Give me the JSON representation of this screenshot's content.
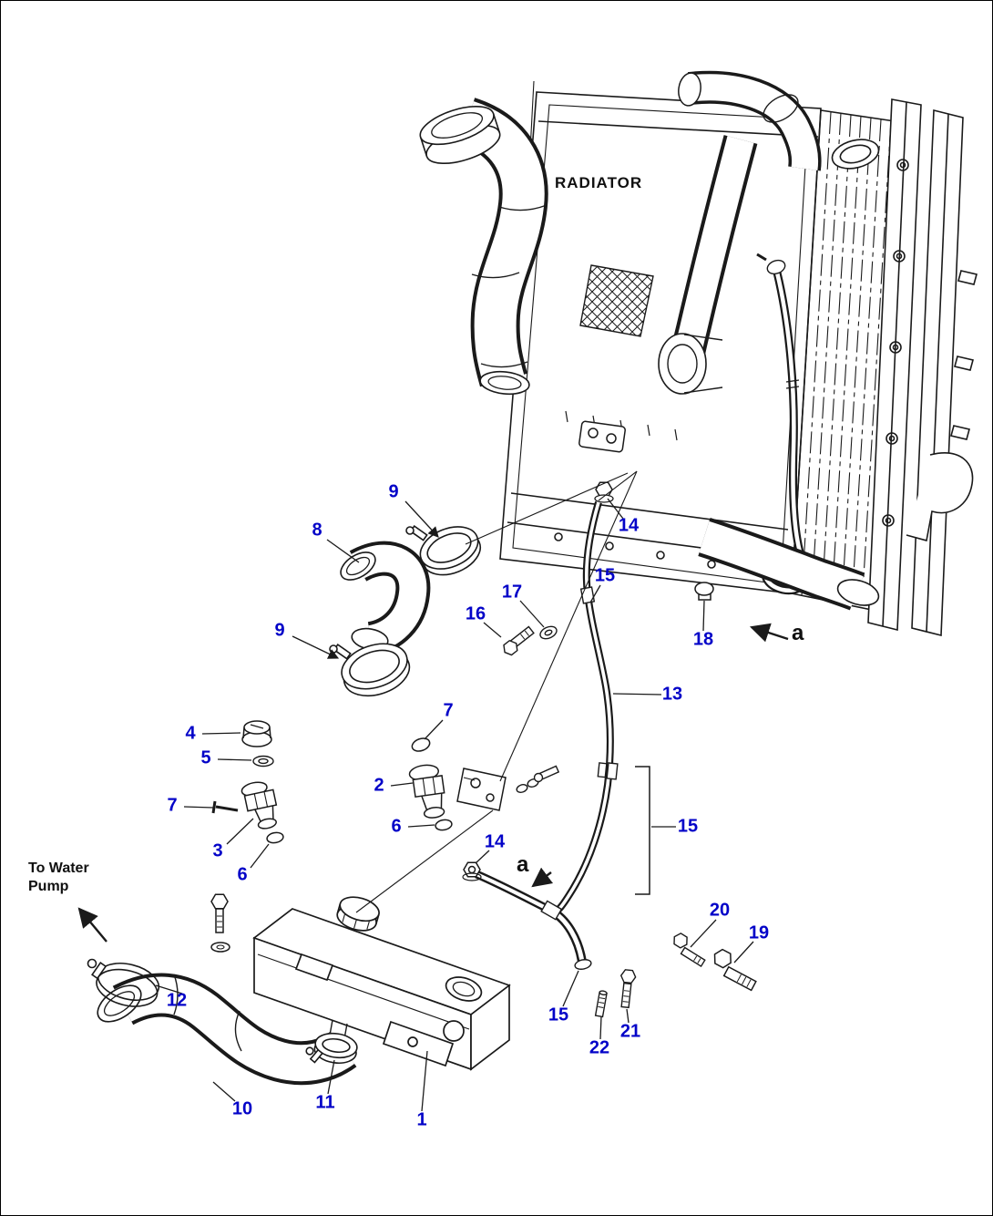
{
  "page": {
    "background": "#ffffff",
    "border_color": "#000000"
  },
  "colors": {
    "callout_blue": "#0303c8",
    "line_black": "#1a1a1a"
  },
  "labels": {
    "radiator": "RADIATOR",
    "to_water_pump": "To Water Pump",
    "view_a_right": "a",
    "view_a_center": "a"
  },
  "callouts": {
    "c1": "1",
    "c2": "2",
    "c3": "3",
    "c4": "4",
    "c5": "5",
    "c6_upper": "6",
    "c6_lower": "6",
    "c7_upper": "7",
    "c7_left": "7",
    "c8": "8",
    "c9_upper": "9",
    "c9_lower": "9",
    "c10": "10",
    "c11": "11",
    "c12": "12",
    "c13": "13",
    "c14_upper": "14",
    "c14_lower": "14",
    "c15_upper": "15",
    "c15_mid": "15",
    "c15_lower": "15",
    "c16": "16",
    "c17": "17",
    "c18": "18",
    "c19": "19",
    "c20": "20",
    "c21": "21",
    "c22": "22"
  }
}
